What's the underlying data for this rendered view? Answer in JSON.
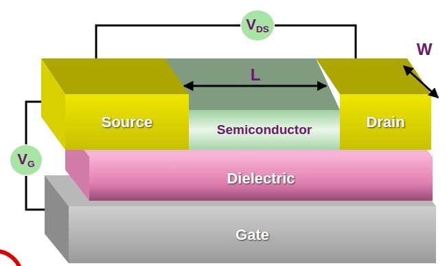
{
  "diagram": {
    "nodes": [
      {
        "text": [
          "VDS"
        ]
      },
      {
        "text": [
          "Source"
        ]
      },
      {
        "text": [
          "Semiconductor"
        ]
      },
      {
        "text": [
          "Drain"
        ]
      },
      {
        "text": [
          "VG"
        ]
      },
      {
        "text": [
          "Dielectric"
        ]
      },
      {
        "text": [
          "Gate"
        ]
      }
    ],
    "edges": [
      {
        "from": 0,
        "to": 1,
        "arrow": "none"
      },
      {
        "from": 0,
        "to": 3,
        "arrow": "none"
      },
      {
        "from": 4,
        "to": 1,
        "arrow": "none"
      },
      {
        "from": 4,
        "to": 6,
        "arrow": "none"
      }
    ],
    "labels": [
      "L",
      "W"
    ]
  }
}
